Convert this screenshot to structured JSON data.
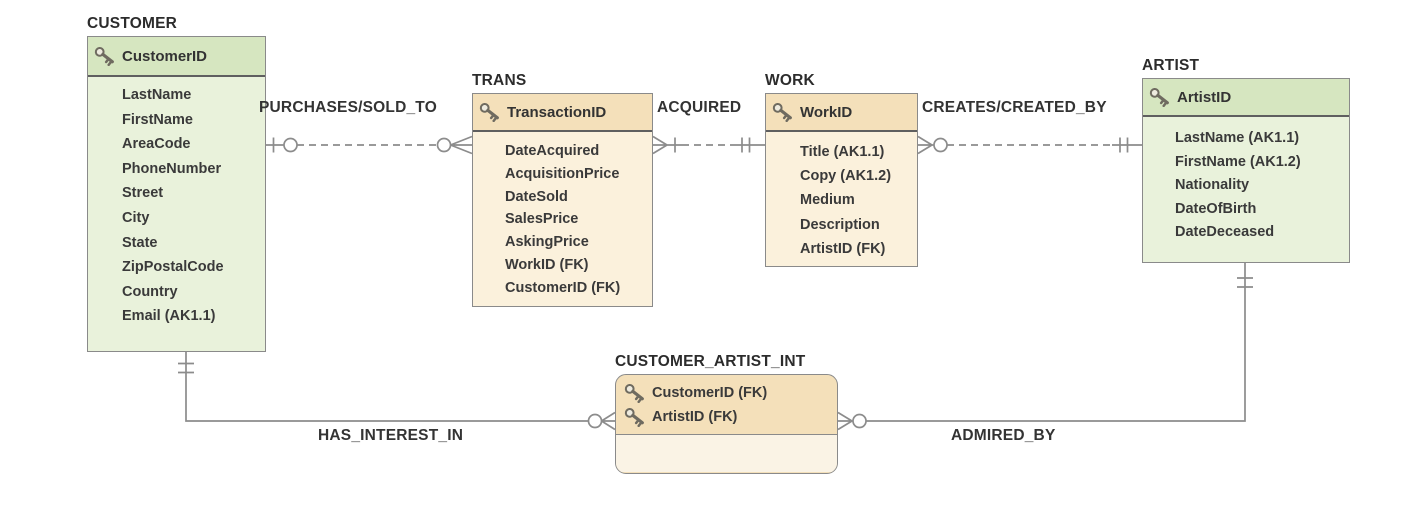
{
  "diagram": {
    "kind": "entity-relationship-diagram (IE crow's foot notation)",
    "entities": {
      "customer": {
        "title": "CUSTOMER",
        "pk": [
          "CustomerID"
        ],
        "attrs": [
          "LastName",
          "FirstName",
          "AreaCode",
          "PhoneNumber",
          "Street",
          "City",
          "State",
          "ZipPostalCode",
          "Country",
          "Email (AK1.1)"
        ]
      },
      "trans": {
        "title": "TRANS",
        "pk": [
          "TransactionID"
        ],
        "attrs": [
          "DateAcquired",
          "AcquisitionPrice",
          "DateSold",
          "SalesPrice",
          "AskingPrice",
          "WorkID (FK)",
          "CustomerID (FK)"
        ]
      },
      "work": {
        "title": "WORK",
        "pk": [
          "WorkID"
        ],
        "attrs": [
          "Title (AK1.1)",
          "Copy (AK1.2)",
          "Medium",
          "Description",
          "ArtistID (FK)"
        ]
      },
      "artist": {
        "title": "ARTIST",
        "pk": [
          "ArtistID"
        ],
        "attrs": [
          "LastName (AK1.1)",
          "FirstName (AK1.2)",
          "Nationality",
          "DateOfBirth",
          "DateDeceased"
        ]
      },
      "customer_artist_int": {
        "title": "CUSTOMER_ARTIST_INT",
        "pk": [
          "CustomerID (FK)",
          "ArtistID (FK)"
        ],
        "attrs": []
      }
    },
    "relationships": [
      {
        "label": "PURCHASES/SOLD_TO",
        "from": "CUSTOMER",
        "to": "TRANS",
        "line": "dashed",
        "from_cardinality": "zero-or-one",
        "to_cardinality": "zero-or-many"
      },
      {
        "label": "ACQUIRED",
        "from": "TRANS",
        "to": "WORK",
        "line": "dashed",
        "from_cardinality": "one-or-many",
        "to_cardinality": "exactly-one"
      },
      {
        "label": "CREATES/CREATED_BY",
        "from": "WORK",
        "to": "ARTIST",
        "line": "dashed",
        "from_cardinality": "zero-or-many",
        "to_cardinality": "exactly-one"
      },
      {
        "label": "HAS_INTEREST_IN",
        "from": "CUSTOMER",
        "to": "CUSTOMER_ARTIST_INT",
        "line": "solid",
        "from_cardinality": "exactly-one",
        "to_cardinality": "zero-or-many"
      },
      {
        "label": "ADMIRED_BY",
        "from": "CUSTOMER_ARTIST_INT",
        "to": "ARTIST",
        "line": "solid",
        "from_cardinality": "zero-or-many",
        "to_cardinality": "exactly-one"
      }
    ]
  },
  "colors": {
    "green_header": "#d6e6c0",
    "green_body": "#e9f2db",
    "tan_header": "#f4e0ba",
    "tan_body": "#fbf1dc",
    "tan_body_light": "#faf3e5",
    "border": "#8a8a8a",
    "divider": "#5f5f5f",
    "line": "#8c8c8c"
  }
}
